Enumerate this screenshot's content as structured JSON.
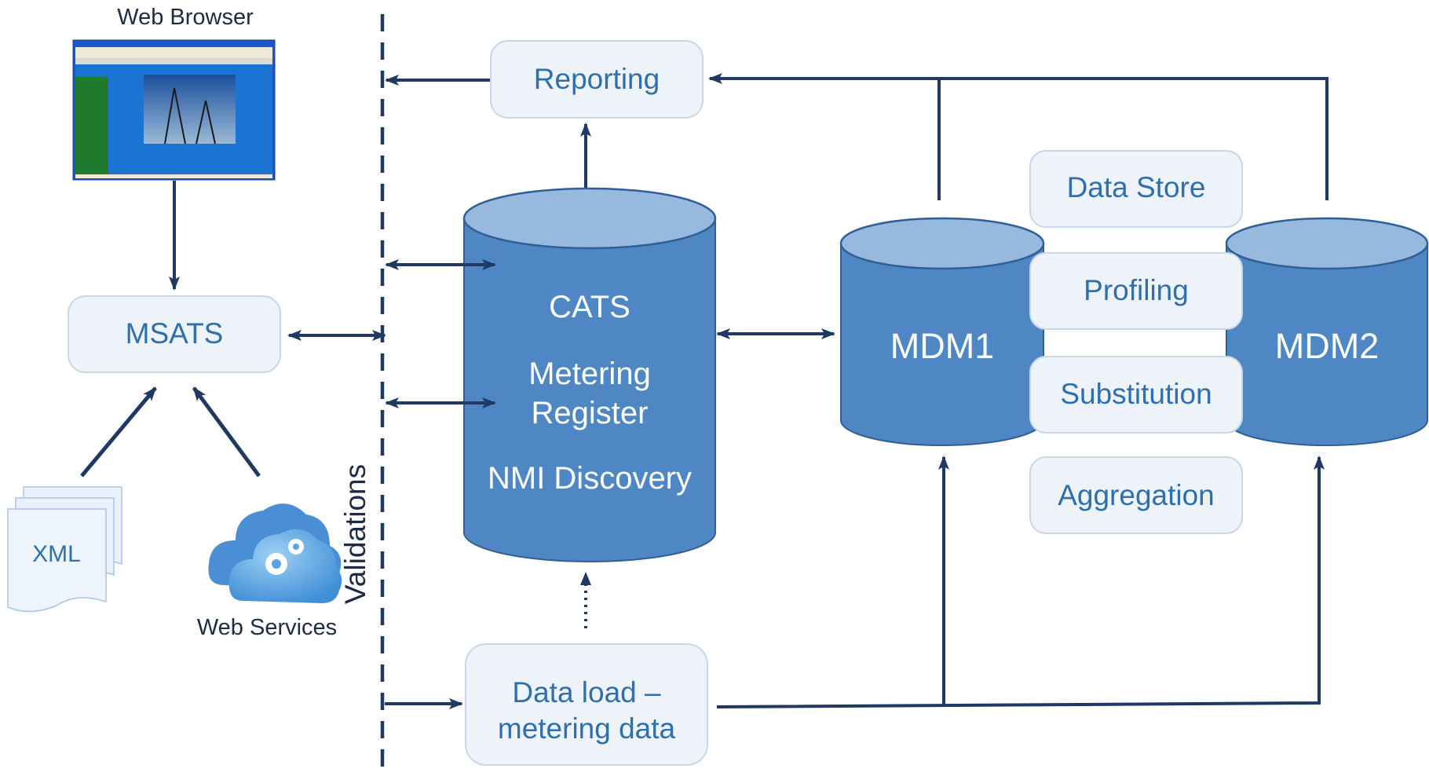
{
  "browser": {
    "caption": "Web Browser"
  },
  "msats": {
    "label": "MSATS"
  },
  "xml": {
    "label": "XML"
  },
  "web_services": {
    "label": "Web Services"
  },
  "validations": {
    "label": "Validations"
  },
  "reporting": {
    "label": "Reporting"
  },
  "cats": {
    "line1": "CATS",
    "line2": "Metering",
    "line3": "Register",
    "line4": "NMI Discovery"
  },
  "data_load": {
    "line1": "Data load –",
    "line2": "metering data"
  },
  "mdm1": {
    "label": "MDM1"
  },
  "mdm2": {
    "label": "MDM2"
  },
  "functions": {
    "data_store": "Data Store",
    "profiling": "Profiling",
    "substitution": "Substitution",
    "aggregation": "Aggregation"
  },
  "colors": {
    "box_fill": "#eef3fa",
    "box_border": "#c9d6e8",
    "box_text": "#2e6fad",
    "cylinder_body": "#4f87c5",
    "cylinder_top": "#98b9de",
    "cylinder_edge": "#2f5f96",
    "arrow": "#1f3864"
  }
}
